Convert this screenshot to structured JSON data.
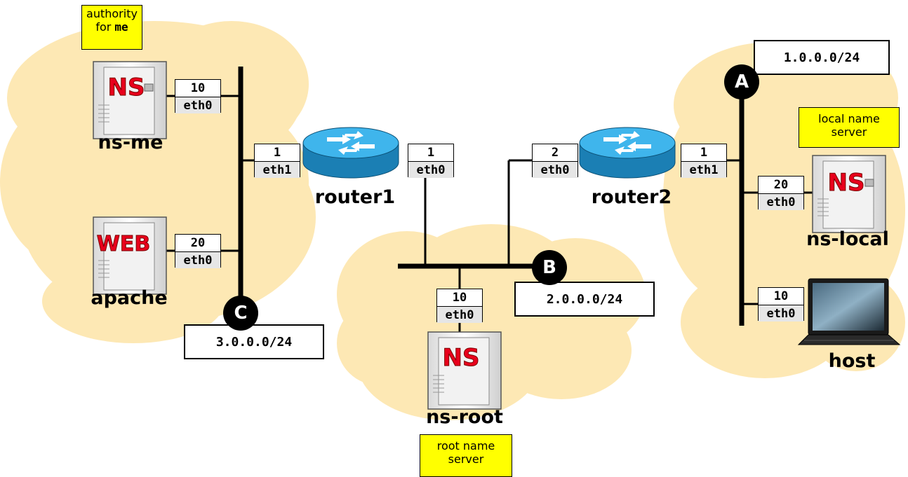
{
  "notes": {
    "ns_me_line1": "authority",
    "ns_me_line2": "for",
    "ns_me_zone": "me",
    "ns_local": "local name server",
    "ns_root": "root name server"
  },
  "subnets": {
    "a": "1.0.0.0/24",
    "b": "2.0.0.0/24",
    "c": "3.0.0.0/24"
  },
  "markers": {
    "a": "A",
    "b": "B",
    "c": "C"
  },
  "devices": {
    "ns_me": {
      "label": "ns-me",
      "badge": "NS",
      "addr": "10",
      "iface": "eth0"
    },
    "apache": {
      "label": "apache",
      "badge": "WEB",
      "addr": "20",
      "iface": "eth0"
    },
    "router1": {
      "label": "router1",
      "left_addr": "1",
      "left_iface": "eth1",
      "right_addr": "1",
      "right_iface": "eth0"
    },
    "router2": {
      "label": "router2",
      "left_addr": "2",
      "left_iface": "eth0",
      "right_addr": "1",
      "right_iface": "eth1"
    },
    "ns_root": {
      "label": "ns-root",
      "badge": "NS",
      "addr": "10",
      "iface": "eth0"
    },
    "ns_local": {
      "label": "ns-local",
      "badge": "NS",
      "addr": "20",
      "iface": "eth0"
    },
    "host": {
      "label": "host",
      "addr": "10",
      "iface": "eth0"
    }
  },
  "colors": {
    "cloud": "#fde8b4",
    "note": "#ffff00",
    "router": "#29a8e0",
    "badge": "#e8001c"
  }
}
